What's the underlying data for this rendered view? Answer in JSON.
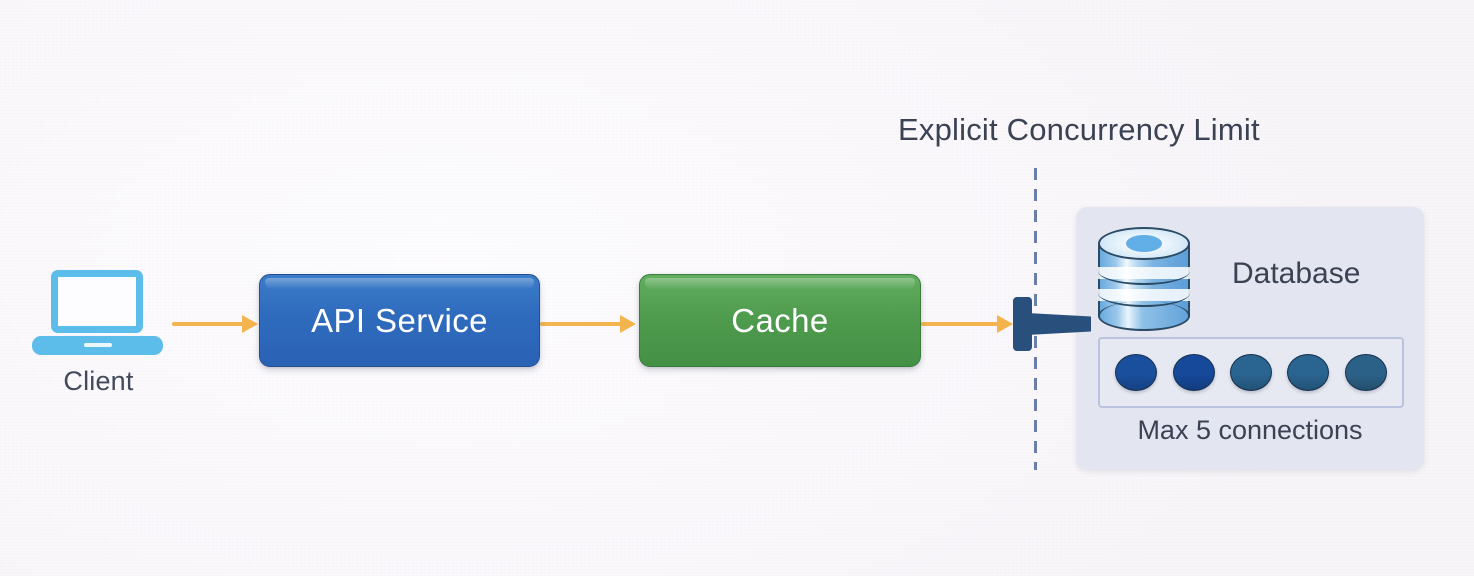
{
  "diagram": {
    "title": "Explicit Concurrency Limit",
    "background_color": "#fbf9fc"
  },
  "nodes": {
    "client": {
      "label": "Client",
      "icon": "laptop-icon",
      "color": "#5cbcea"
    },
    "api_service": {
      "label": "API Service",
      "color": "#2f6bbd"
    },
    "cache": {
      "label": "Cache",
      "color": "#4f9b4e"
    },
    "database": {
      "label": "Database",
      "icon": "database-cylinder-icon",
      "panel_color": "#e3e5f0",
      "caption": "Max 5 connections"
    }
  },
  "connections": {
    "pool_size": 5,
    "dots": [
      {
        "color": "#1a4f9e"
      },
      {
        "color": "#16499a"
      },
      {
        "color": "#2a6490"
      },
      {
        "color": "#2a6490"
      },
      {
        "color": "#2c6187"
      }
    ]
  },
  "boundary": {
    "label": "Explicit Concurrency Limit",
    "line_style": "dashed",
    "line_color": "#6b7ea8",
    "gate_color": "#29507c"
  },
  "arrows": {
    "color": "#f3b44d",
    "flows": [
      {
        "from": "Client",
        "to": "API Service"
      },
      {
        "from": "API Service",
        "to": "Cache"
      },
      {
        "from": "Cache",
        "to": "Database"
      }
    ]
  }
}
